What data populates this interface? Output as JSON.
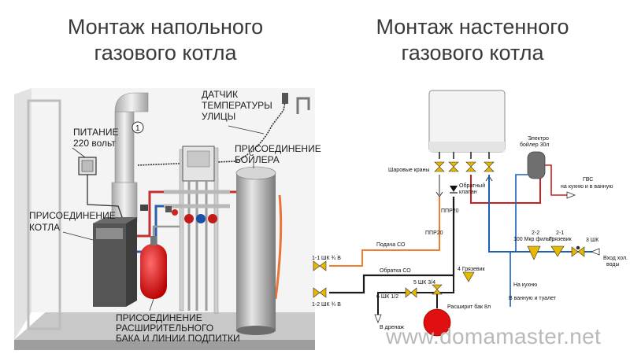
{
  "titles": {
    "floor": [
      "Монтаж напольного",
      "газового котла"
    ],
    "wall": [
      "Монтаж настенного",
      "газового котла"
    ]
  },
  "floor_labels": {
    "sensor": [
      "ДАТЧИК",
      "ТЕМПЕРАТУРЫ",
      "УЛИЦЫ"
    ],
    "power": [
      "ПИТАНИЕ",
      "220 вольт"
    ],
    "boiler_conn": [
      "ПРИСОЕДИНЕНИЕ",
      "БОЙЛЕРА"
    ],
    "kotel_conn": [
      "ПРИСОЕДИНЕНИЕ",
      "КОТЛА"
    ],
    "tank_conn": [
      "ПРИСОЕДИНЕНИЕ",
      "РАСШИРИТЕЛЬНОГО",
      "БАКА И ЛИНИИ ПОДПИТКИ"
    ],
    "marker": "1"
  },
  "wall_labels": {
    "ball_valves": "Шаровые краны",
    "check_valve": [
      "Обратный",
      "клапан"
    ],
    "ppr20_top": "ППР20",
    "ppr20_mid": "ППР20",
    "electro_boiler": [
      "Электро",
      "бойлер 30л"
    ],
    "gvs": [
      "ГВС",
      "на кухню и в ванную"
    ],
    "filter_22": [
      "2-2",
      "100 Мкр фильтр"
    ],
    "mud_21": [
      "2-1",
      "Грязевик"
    ],
    "shk3": "3 ШК",
    "cold_in": [
      "Вход хол.",
      "воды"
    ],
    "supply": "Подача СО",
    "return": "Обратка СО",
    "shk11": "1-1 ШК ¾ В",
    "shk12": "1-2 ШК ¾ В",
    "mud4": "4 Грязевик",
    "shk5": "5 ШК 3/4",
    "shk6": "6 ШК 1/2",
    "kitchen": "На кухню",
    "bath": "В ванную и туалет",
    "exp_tank": "Расширит бак 8л",
    "drain": "В дренаж"
  },
  "watermark": "www.domamaster.net",
  "colors": {
    "supply": "#f08030",
    "return": "#1a1a1a",
    "cold": "#1e5fb4",
    "hot": "#c82020",
    "valve": "#e8b800",
    "tank": "#e01010"
  }
}
